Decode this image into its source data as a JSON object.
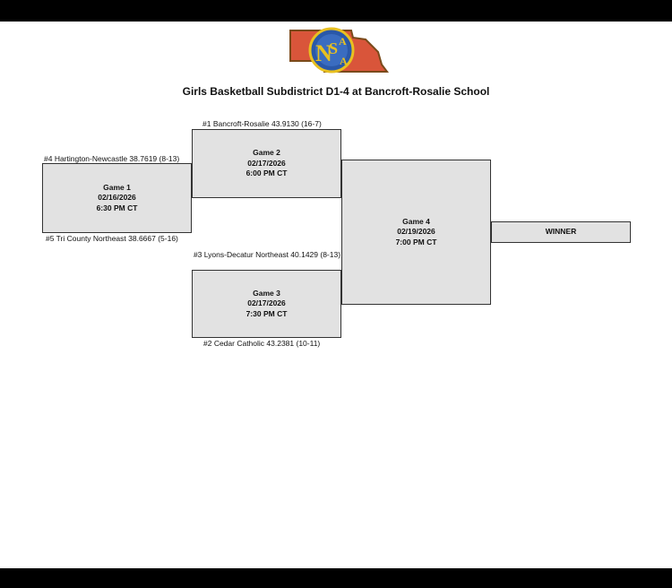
{
  "header": {
    "title": "Girls Basketball Subdistrict D1-4 at Bancroft-Rosalie School",
    "logo_text": "NSAA",
    "logo_colors": {
      "state": "#d9553a",
      "state_outline": "#7a4a1a",
      "seal": "#2a58a8",
      "seal_ring": "#e8c020"
    }
  },
  "games": [
    {
      "label": "Game 1",
      "date": "02/16/2026",
      "time": "6:30 PM CT"
    },
    {
      "label": "Game 2",
      "date": "02/17/2026",
      "time": "6:00 PM CT"
    },
    {
      "label": "Game 3",
      "date": "02/17/2026",
      "time": "7:30 PM CT"
    },
    {
      "label": "Game 4",
      "date": "02/19/2026",
      "time": "7:00 PM CT"
    }
  ],
  "teams": {
    "seed1": "#1 Bancroft-Rosalie 43.9130 (16-7)",
    "seed4": "#4 Hartington-Newcastle 38.7619 (8-13)",
    "seed5": "#5 Tri County Northeast 38.6667 (5-16)",
    "seed3": "#3 Lyons-Decatur Northeast 40.1429 (8-13)",
    "seed2": "#2 Cedar Catholic 43.2381 (10-11)"
  },
  "winner_label": "WINNER",
  "colors": {
    "box_fill": "#e2e2e2",
    "box_border": "#333333",
    "bars": "#000000"
  }
}
